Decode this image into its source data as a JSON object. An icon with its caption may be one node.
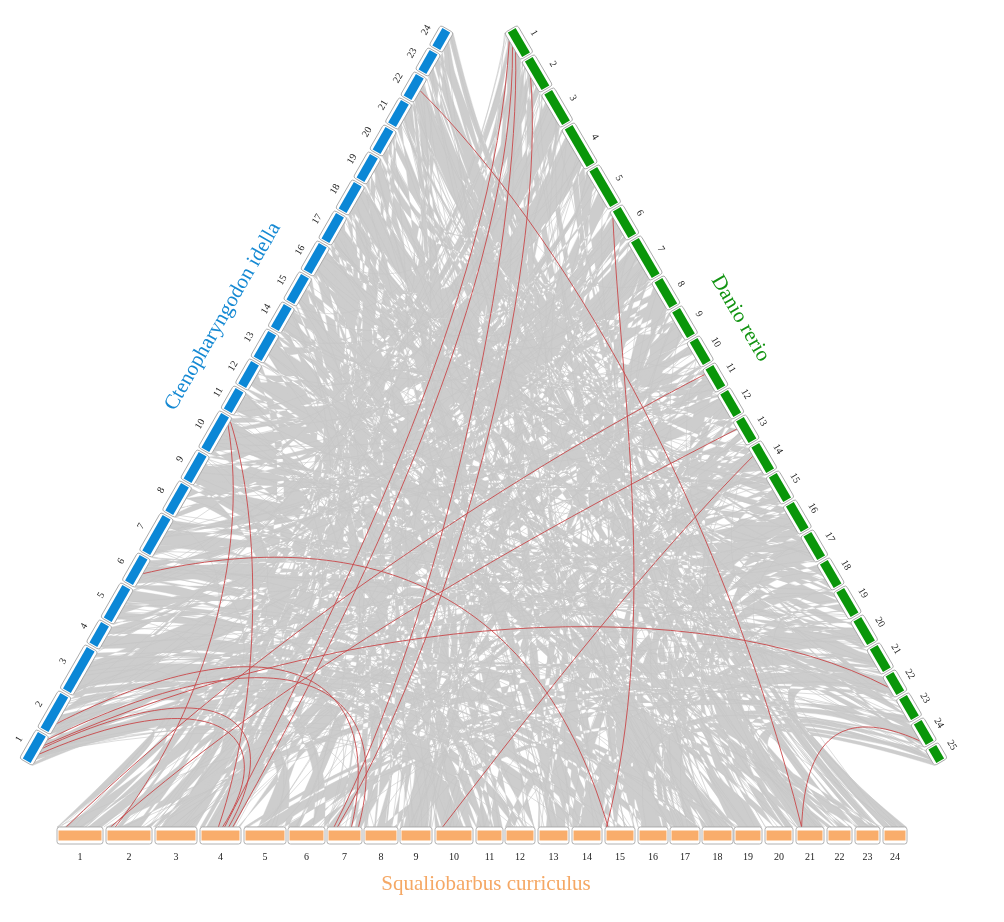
{
  "diagram": {
    "labels": [
      "Ctenopharyngodon idella",
      "1",
      "2",
      "3",
      "4",
      "5",
      "6",
      "7",
      "8",
      "9",
      "10",
      "11",
      "12",
      "13",
      "14",
      "15",
      "16",
      "17",
      "18",
      "19",
      "20",
      "21",
      "22",
      "23",
      "24",
      "Danio rerio",
      "1",
      "2",
      "3",
      "4",
      "5",
      "6",
      "7",
      "8",
      "9",
      "10",
      "11",
      "12",
      "13",
      "14",
      "15",
      "16",
      "17",
      "18",
      "19",
      "20",
      "21",
      "22",
      "23",
      "24",
      "25",
      "1",
      "2",
      "3",
      "4",
      "5",
      "6",
      "7",
      "8",
      "9",
      "10",
      "11",
      "12",
      "13",
      "14",
      "15",
      "16",
      "17",
      "18",
      "19",
      "20",
      "21",
      "22",
      "23",
      "24",
      "Squaliobarbus curriculus"
    ]
  }
}
